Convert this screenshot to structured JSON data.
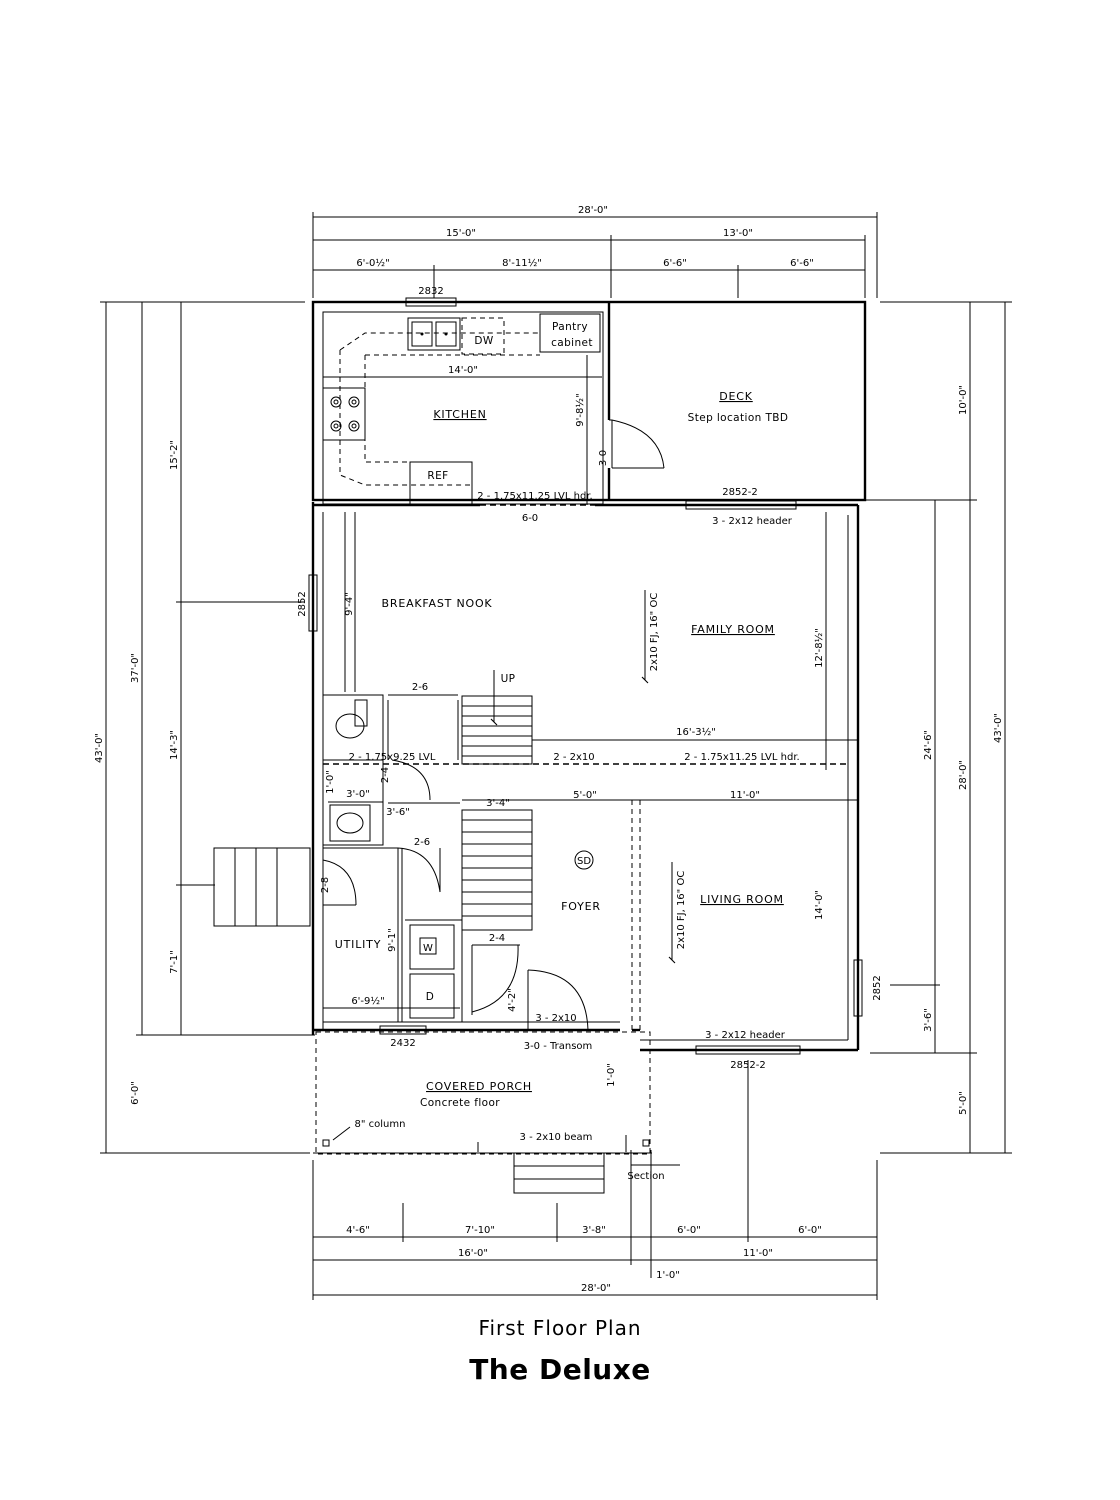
{
  "caption": {
    "subtitle": "First Floor Plan",
    "title": "The Deluxe"
  },
  "rooms": {
    "kitchen": "KITCHEN",
    "deck": "DECK",
    "deck_note": "Step location TBD",
    "breakfast": "BREAKFAST NOOK",
    "family": "FAMILY ROOM",
    "utility": "UTILITY",
    "foyer": "FOYER",
    "living": "LIVING ROOM",
    "porch": "COVERED PORCH",
    "porch_note": "Concrete floor"
  },
  "fixtures": {
    "dw": "DW",
    "pantry": "Pantry\ncabinet",
    "ref": "REF",
    "washer": "W",
    "dryer": "D",
    "smoke": "SD",
    "stairs_up": "UP"
  },
  "windows": {
    "w2832": "2832",
    "w2852_west": "2852",
    "w2852_2_deck": "2852-2",
    "w2852_east": "2852",
    "w2432": "2432",
    "w2852_2_south": "2852-2"
  },
  "notes": {
    "kitchen_hdr": "2 - 1.75x11.25 LVL hdr.",
    "six_o": "6-0",
    "fam_header": "3 - 2x12 header",
    "joists_family": "2x10 FJ, 16\" OC",
    "joists_living": "2x10 FJ, 16\" OC",
    "lvl_west": "2 - 1.75x9.25 LVL",
    "beam_2x10": "2 - 2x10",
    "lvl_east": "2 - 1.75x11.25 LVL hdr.",
    "entry_hdr": "3 - 2x10",
    "transom": "3-0 - Transom",
    "liv_header": "3 - 2x12 header",
    "column": "8\" column",
    "porch_beam": "3 - 2x10 beam",
    "section": "Section"
  },
  "doors": {
    "d3_0": "3-0",
    "d2_6a": "2-6",
    "d2_4a": "2-4",
    "d2_6b": "2-6",
    "d2_8": "2-8",
    "d2_4b": "2-4"
  },
  "dims": {
    "top_total": "28'-0\"",
    "top_15": "15'-0\"",
    "top_13": "13'-0\"",
    "top_a": "6'-0½\"",
    "top_b": "8'-11½\"",
    "top_c": "6'-6\"",
    "top_d": "6'-6\"",
    "kit_14": "14'-0\"",
    "kit_981": "9'-8½\"",
    "left_43": "43'-0\"",
    "left_37": "37'-0\"",
    "left_6": "6'-0\"",
    "left_15_2": "15'-2\"",
    "left_14_3": "14'-3\"",
    "left_7_1": "7'-1\"",
    "nook_94": "9'-4\"",
    "fam_1281": "12'-8½\"",
    "fam_16": "16'-3½\"",
    "bath_3_0": "3'-0\"",
    "bath_1_0": "1'-0\"",
    "hall_3_6": "3'-6\"",
    "stair_3_4": "3'-4\"",
    "foyer_5_0": "5'-0\"",
    "liv_11": "11'-0\"",
    "liv_14": "14'-0\"",
    "util_9_1": "9'-1\"",
    "util_6_9": "6'-9½\"",
    "foyer_4_2": "4'-2\"",
    "porch_1_0": "1'-0\"",
    "right_43": "43'-0\"",
    "right_10": "10'-0\"",
    "right_28": "28'-0\"",
    "right_24_6": "24'-6\"",
    "right_3_6": "3'-6\"",
    "right_5": "5'-0\"",
    "bot_a": "4'-6\"",
    "bot_b": "7'-10\"",
    "bot_c": "3'-8\"",
    "bot_d": "6'-0\"",
    "bot_e": "6'-0\"",
    "bot_16": "16'-0\"",
    "bot_11": "11'-0\"",
    "bot_1": "1'-0\"",
    "bot_total": "28'-0\""
  }
}
